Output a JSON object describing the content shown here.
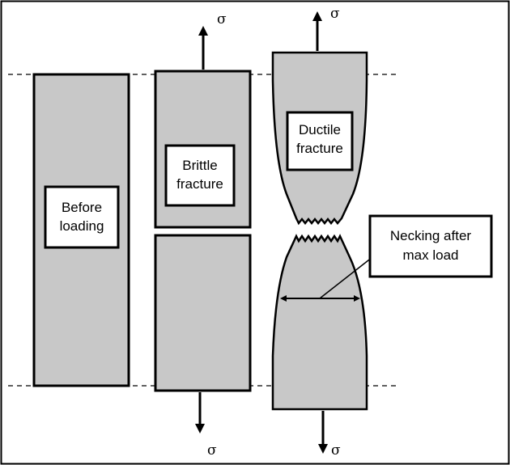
{
  "labels": {
    "before": [
      "Before",
      "loading"
    ],
    "brittle": [
      "Brittle",
      "fracture"
    ],
    "ductile": [
      "Ductile",
      "fracture"
    ],
    "necking": [
      "Necking after",
      "max load"
    ]
  },
  "stress_symbol": "σ",
  "colors": {
    "specimen_fill": "#c8c8c8",
    "stroke": "#000000",
    "background": "#ffffff"
  }
}
